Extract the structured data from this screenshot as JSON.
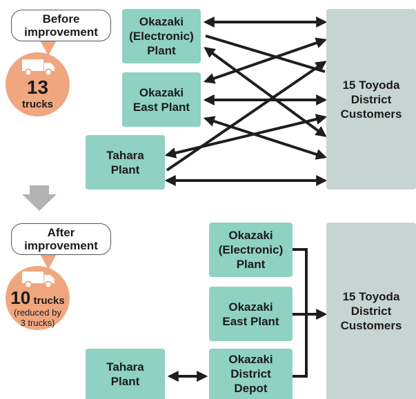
{
  "before": {
    "label_line1": "Before",
    "label_line2": "improvement",
    "truck_count": "13",
    "truck_unit": "trucks",
    "plants": {
      "electronic": [
        "Okazaki",
        "(Electronic)",
        "Plant"
      ],
      "east": [
        "Okazaki",
        "East Plant"
      ],
      "tahara": [
        "Tahara",
        "Plant"
      ]
    },
    "customers": [
      "15 Toyoda",
      "District",
      "Customers"
    ]
  },
  "after": {
    "label_line1": "After",
    "label_line2": "improvement",
    "truck_count": "10",
    "truck_unit": "trucks",
    "reduction_line1": "(reduced by",
    "reduction_line2": "3 trucks)",
    "plants": {
      "electronic": [
        "Okazaki",
        "(Electronic)",
        "Plant"
      ],
      "east": [
        "Okazaki",
        "East Plant"
      ],
      "tahara": [
        "Tahara",
        "Plant"
      ],
      "depot": [
        "Okazaki",
        "District",
        "Depot"
      ]
    },
    "customers": [
      "15 Toyoda",
      "District",
      "Customers"
    ]
  },
  "icons": {
    "truck": "truck-icon",
    "down_arrow": "down-arrow-icon"
  },
  "colors": {
    "plant_box": "#8fd1c3",
    "customer_box": "#c6d5d2",
    "truck_circle": "#f0a77f",
    "connector": "#1e1e1e",
    "transition_arrow": "#b3b3b3"
  }
}
